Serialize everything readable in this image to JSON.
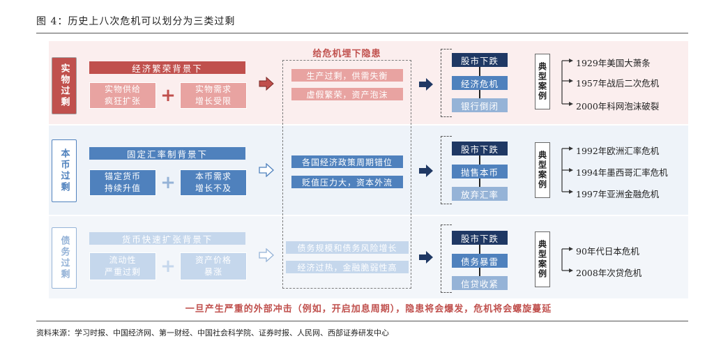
{
  "title": "图 4：历史上八次危机可以划分为三类过剩",
  "hazard_header": "给危机埋下隐患",
  "footer_note": "一旦产生严重的外部冲击（例如，开启加息周期），隐患将会爆发，危机将会螺旋蔓延",
  "source": "资料来源：学习时报、中国经济网、第一财经、中国社会科学院、证券时报、人民网、西部证券研发中心",
  "colors": {
    "red": "#c0504d",
    "red_light": "#e8a3a1",
    "blue": "#4f81bd",
    "blue_light": "#95b3d7",
    "blue_pale": "#c5d7ec",
    "navy": "#1f3864"
  },
  "rows": [
    {
      "label": "实物过剩",
      "background": "经济繁荣背景下",
      "causes": [
        "实物供给\n疯狂扩张",
        "实物需求\n增长受限"
      ],
      "hazards": [
        "生产过剩，供需失衡",
        "虚假繁荣，资产泡沫"
      ],
      "steps": [
        "股市下跌",
        "经济危机",
        "银行倒闭"
      ],
      "case_label": "典型案例",
      "cases": [
        "1929年美国大萧条",
        "1957年战后二次危机",
        "2000年科网泡沫破裂"
      ]
    },
    {
      "label": "本币过剩",
      "background": "固定汇率制背景下",
      "causes": [
        "锚定货币\n持续升值",
        "本币需求\n增长不及"
      ],
      "hazards": [
        "各国经济政策周期错位",
        "贬值压力大，资本外流"
      ],
      "steps": [
        "股市下跌",
        "抛售本币",
        "放弃汇率"
      ],
      "case_label": "典型案例",
      "cases": [
        "1992年欧洲汇率危机",
        "1994年墨西哥汇率危机",
        "1997年亚洲金融危机"
      ]
    },
    {
      "label": "债务过剩",
      "background": "货币快速扩张背景下",
      "causes": [
        "流动性\n严重过剩",
        "资产价格\n暴涨"
      ],
      "hazards": [
        "债务规模和债务风险增长",
        "经济过热，金融脆弱性高"
      ],
      "steps": [
        "股市下跌",
        "债务暴雷",
        "信贷收紧"
      ],
      "case_label": "典型案例",
      "cases": [
        "90年代日本危机",
        "2008年次贷危机"
      ]
    }
  ]
}
